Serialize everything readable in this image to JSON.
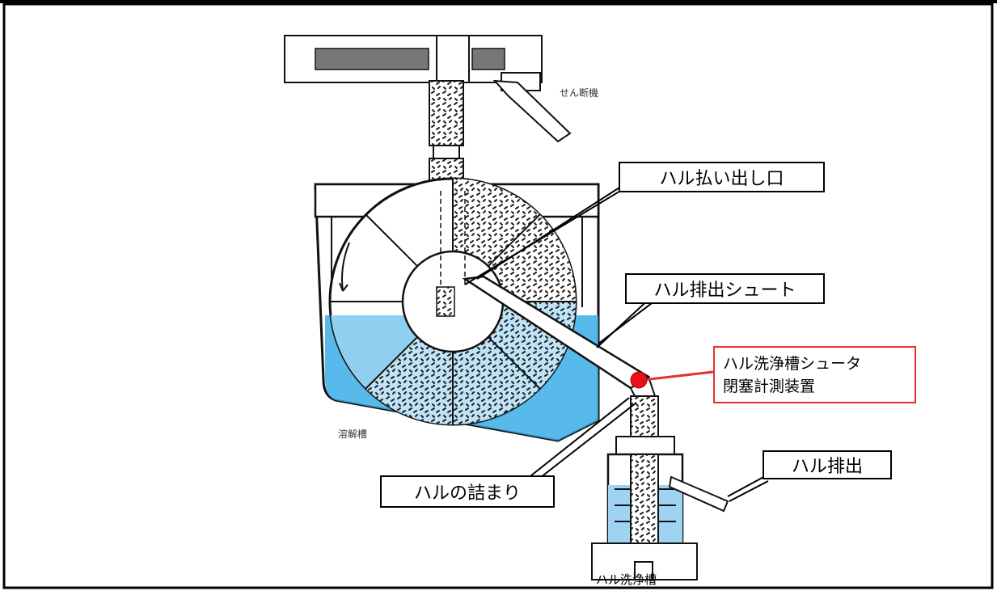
{
  "labels": {
    "washer_tank": "せん断機",
    "dissolver_tank": "溶解槽",
    "hull_wash_tank": "ハル洗浄槽"
  },
  "callouts": {
    "hull_outlet": "ハル払い出し口",
    "hull_chute": "ハル排出シュート",
    "sensor_line1": "ハル洗浄槽シュータ",
    "sensor_line2": "閉塞計測装置",
    "hull_clog": "ハルの詰まり",
    "hull_discharge": "ハル排出"
  },
  "colors": {
    "liquid": "#3aaee6",
    "sensor": "#e8101a",
    "sensor_line": "#e53030",
    "outline": "#111111"
  }
}
